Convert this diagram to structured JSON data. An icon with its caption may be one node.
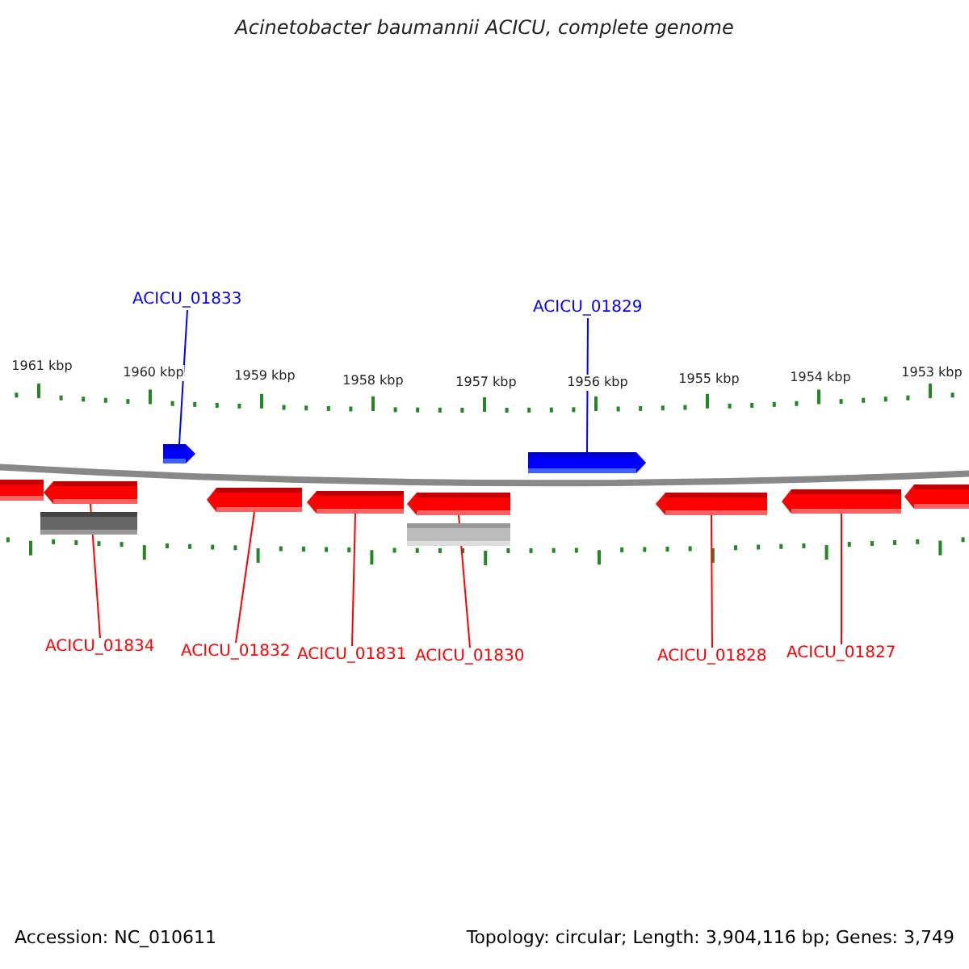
{
  "diagram": {
    "title": "Acinetobacter baumannii ACICU, complete genome",
    "nodes": [
      {
        "text": [
          "ACICU_01833"
        ]
      },
      {
        "text": [
          "ACICU_01829"
        ]
      },
      {
        "text": [],
        "shape": "arrow"
      },
      {
        "text": [],
        "shape": "arrow"
      },
      {
        "text": [],
        "shape": "arrow"
      },
      {
        "text": [],
        "shape": "arrow"
      },
      {
        "text": [],
        "shape": "arrow"
      },
      {
        "text": [],
        "shape": "arrow"
      },
      {
        "text": [],
        "shape": "arrow"
      },
      {
        "text": [],
        "shape": "arrow"
      },
      {
        "text": [],
        "shape": "arrow"
      },
      {
        "text": [],
        "shape": "arrow"
      },
      {
        "text": [],
        "shape": "bar"
      },
      {
        "text": [],
        "shape": "bar"
      },
      {
        "text": [
          "ACICU_01834"
        ]
      },
      {
        "text": [
          "ACICU_01832"
        ]
      },
      {
        "text": [
          "ACICU_01831"
        ]
      },
      {
        "text": [
          "ACICU_01830"
        ]
      },
      {
        "text": [
          "ACICU_01828"
        ]
      },
      {
        "text": [
          "ACICU_01827"
        ]
      }
    ],
    "edges": [
      {
        "from": 0,
        "to": 2,
        "arrow": "none",
        "color": "#0000ff"
      },
      {
        "from": 1,
        "to": 3,
        "arrow": "none",
        "color": "#0000ff"
      },
      {
        "from": 14,
        "to": 5,
        "arrow": "none"
      },
      {
        "from": 15,
        "to": 6,
        "arrow": "none"
      },
      {
        "from": 16,
        "to": 7,
        "arrow": "none"
      },
      {
        "from": 17,
        "to": 8,
        "arrow": "none"
      },
      {
        "from": 18,
        "to": 9,
        "arrow": "none"
      },
      {
        "from": 19,
        "to": 10,
        "arrow": "none"
      }
    ],
    "labels": [
      "1961 kbp",
      "1960 kbp",
      "1959 kbp",
      "1958 kbp",
      "1957 kbp",
      "1956 kbp",
      "1955 kbp",
      "1954 kbp",
      "1953 kbp",
      "Accession: NC_010611",
      "Topology: circular; Length: 3,904,116 bp; Genes: 3,749"
    ]
  }
}
